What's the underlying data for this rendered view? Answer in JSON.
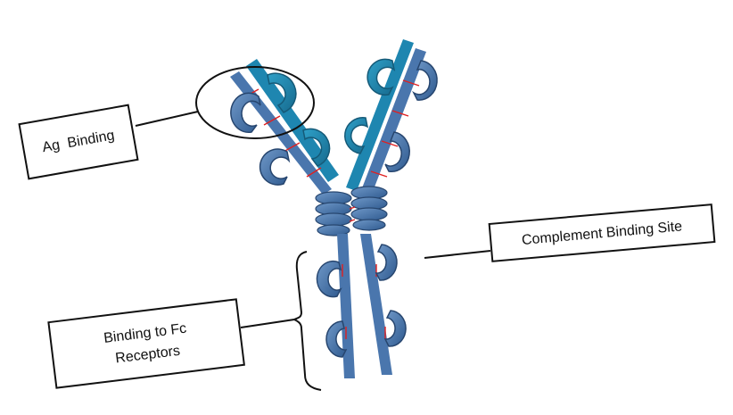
{
  "labels": {
    "ag_binding": "Ag  Binding",
    "complement_binding_site": "Complement Binding Site",
    "fc_receptors_line1": "Binding to Fc",
    "fc_receptors_line2": "Receptors"
  },
  "colors": {
    "heavy_chain": "#3f6ea8",
    "heavy_chain_dark": "#27466f",
    "light_chain": "#1f7fa8",
    "light_chain_dark": "#155a78",
    "disulfide_bond": "#e02020",
    "outline": "#111111"
  }
}
